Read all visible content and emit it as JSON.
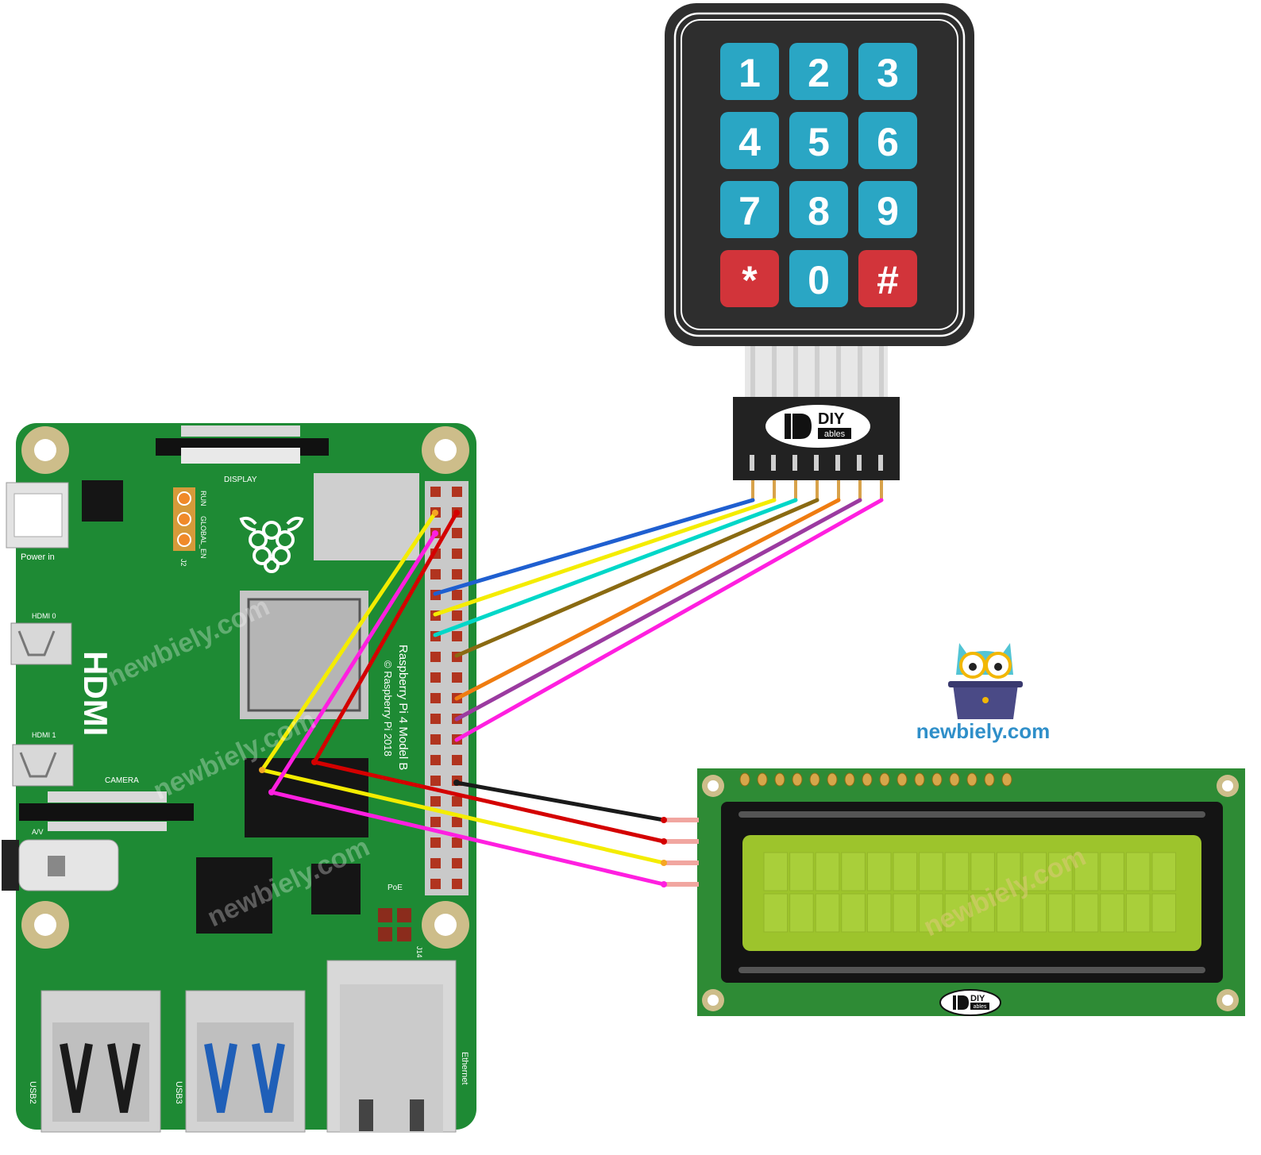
{
  "keypad": {
    "keys": [
      "1",
      "2",
      "3",
      "4",
      "5",
      "6",
      "7",
      "8",
      "9",
      "*",
      "0",
      "#"
    ],
    "key_color": "#2aa6c4",
    "special_key_color": "#d2343a",
    "body_color": "#2e2e2e"
  },
  "connector_logo": {
    "top": "DIY",
    "bottom": "ables"
  },
  "lcd_logo": {
    "top": "DIY",
    "bottom": "ables"
  },
  "pi": {
    "display_label": "DISPLAY",
    "power_label": "Power in",
    "hdmi_label": "HDMI",
    "hdmi0_label": "HDMI 0",
    "hdmi1_label": "HDMI 1",
    "camera_label": "CAMERA",
    "av_label": "A/V",
    "poe_label": "PoE",
    "usb2_label": "USB2",
    "usb3_label": "USB3",
    "ethernet_label": "Ethernet",
    "run_label": "RUN",
    "global_label": "GLOBAL_EN",
    "j2_label": "J2",
    "j14_label": "J14",
    "model_line1": "Raspberry Pi 4 Model B",
    "model_line2": "© Raspberry Pi 2018",
    "board_color": "#1e8a34"
  },
  "brand": {
    "text": "newbiely.com",
    "color": "#2f8fc9"
  },
  "watermarks": [
    "newbiely.com",
    "newbiely.com",
    "newbiely.com",
    "newbiely.com"
  ],
  "wire_colors": {
    "blue": "#1f5fd0",
    "yellow": "#f4ec00",
    "cyan": "#00d7c8",
    "olive": "#8a6a12",
    "orange": "#ef7c10",
    "purple": "#9b3aa0",
    "magenta": "#ff1fe0",
    "black": "#1a1a1a",
    "red": "#d40000"
  }
}
